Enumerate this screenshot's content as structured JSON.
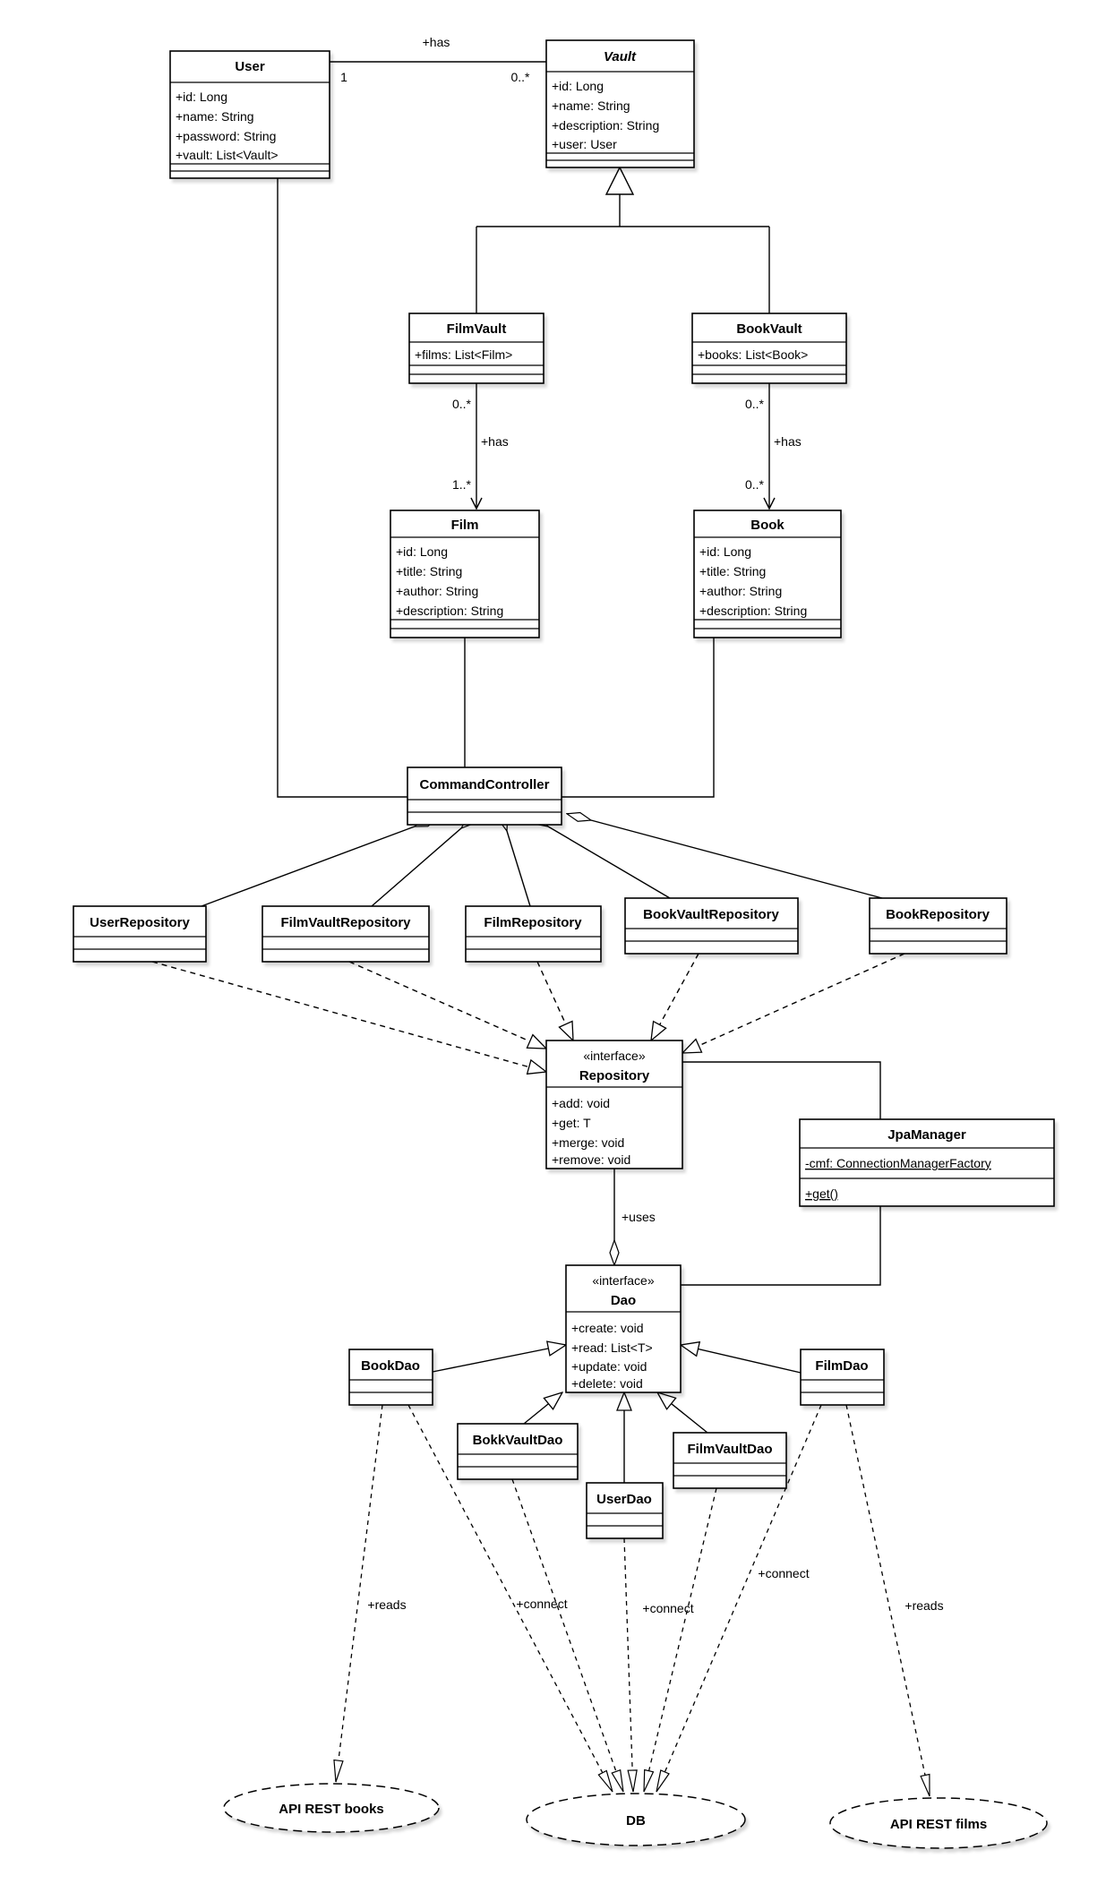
{
  "diagram_type": "uml-class-diagram",
  "colors": {
    "stroke": "#000000",
    "fill": "#ffffff",
    "text": "#000000"
  },
  "classes": {
    "user": {
      "title": "User",
      "attributes": [
        "+id: Long",
        "+name: String",
        "+password: String",
        "+vault: List<Vault>"
      ]
    },
    "vault": {
      "title": "Vault",
      "attributes": [
        "+id: Long",
        "+name: String",
        "+description: String",
        "+user: User"
      ]
    },
    "film_vault": {
      "title": "FilmVault",
      "attributes": [
        "+films: List<Film>"
      ]
    },
    "book_vault": {
      "title": "BookVault",
      "attributes": [
        "+books: List<Book>"
      ]
    },
    "film": {
      "title": "Film",
      "attributes": [
        "+id: Long",
        "+title: String",
        "+author: String",
        "+description: String"
      ]
    },
    "book": {
      "title": "Book",
      "attributes": [
        "+id: Long",
        "+title: String",
        "+author: String",
        "+description: String"
      ]
    },
    "command_controller": {
      "title": "CommandController"
    },
    "user_repository": {
      "title": "UserRepository"
    },
    "film_vault_repository": {
      "title": "FilmVaultRepository"
    },
    "film_repository": {
      "title": "FilmRepository"
    },
    "book_vault_repository": {
      "title": "BookVaultRepository"
    },
    "book_repository": {
      "title": "BookRepository"
    },
    "repository": {
      "stereotype": "«interface»",
      "title": "Repository",
      "methods": [
        "+add: void",
        "+get: T",
        "+merge: void",
        "+remove: void"
      ]
    },
    "jpa_manager": {
      "title": "JpaManager",
      "attributes": [
        "-cmf: ConnectionManagerFactory"
      ],
      "methods": [
        "+get()"
      ]
    },
    "dao": {
      "stereotype": "«interface»",
      "title": "Dao",
      "methods": [
        "+create: void",
        "+read: List<T>",
        "+update: void",
        "+delete: void"
      ]
    },
    "book_dao": {
      "title": "BookDao"
    },
    "bokk_vault_dao": {
      "title": "BokkVaultDao"
    },
    "user_dao": {
      "title": "UserDao"
    },
    "film_vault_dao": {
      "title": "FilmVaultDao"
    },
    "film_dao": {
      "title": "FilmDao"
    }
  },
  "labels": {
    "user_vault": {
      "name": "+has",
      "source_mult": "1",
      "target_mult": "0..*"
    },
    "filmvault_film": {
      "name": "+has",
      "source_mult": "0..*",
      "target_mult": "1..*"
    },
    "bookvault_book": {
      "name": "+has",
      "source_mult": "0..*",
      "target_mult": "0..*"
    },
    "repository_dao": {
      "name": "+uses"
    },
    "bookdao_apibooks": {
      "name": "+reads"
    },
    "bokkvaultdao_db": {
      "name": "+connect"
    },
    "userdao_db": {
      "name": "+connect"
    },
    "filmdao_db": {
      "name": "+connect"
    },
    "filmdao_apifilms": {
      "name": "+reads"
    }
  },
  "nodes": {
    "api_books": {
      "label": "API REST books"
    },
    "db": {
      "label": "DB"
    },
    "api_films": {
      "label": "API REST films"
    }
  }
}
